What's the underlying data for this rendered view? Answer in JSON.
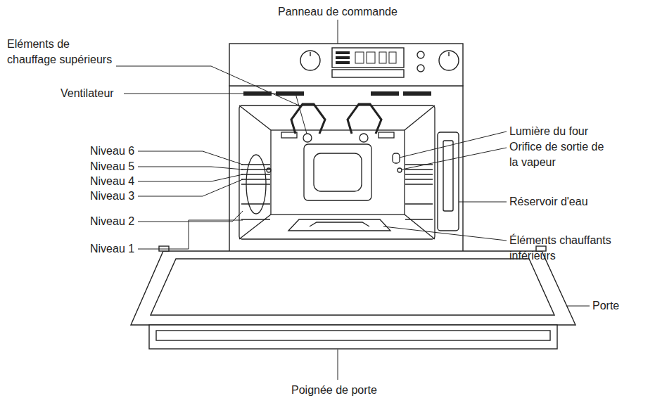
{
  "diagram": {
    "labels": [
      "Panneau de commande",
      "Eléments de chauffage supérieurs",
      "Ventilateur",
      "Niveau 6",
      "Niveau 5",
      "Niveau 4",
      "Niveau 3",
      "Niveau 2",
      "Niveau 1",
      "Lumière du four",
      "Orifice de sortie de la vapeur",
      "Réservoir d'eau",
      "Éléments chauffants inférieurs",
      "Porte",
      "Poignée de porte"
    ]
  }
}
